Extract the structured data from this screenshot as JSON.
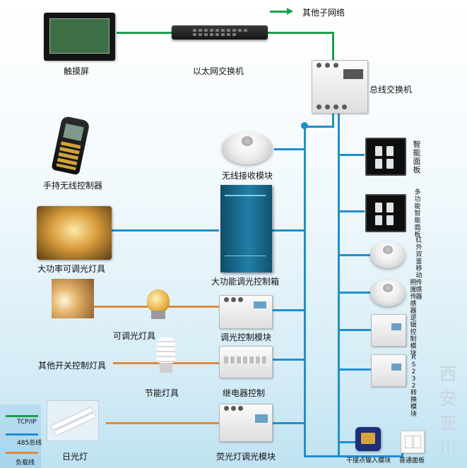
{
  "labels": {
    "touch_screen": "触摸屏",
    "ethernet_switch": "以太网交换机",
    "other_subnet": "其他子网络",
    "bus_switch": "总线交换机",
    "handheld_remote": "手持无线控制器",
    "wireless_module": "无线接收模块",
    "high_power_lamp": "大功率可调光灯具",
    "high_power_dimmer_box": "大功能调光控制箱",
    "dimmable_lamp": "可调光灯具",
    "dimmer_module": "调光控制模块",
    "other_switch_lamp": "其他开关控制灯具",
    "energy_saving_lamp": "节能灯具",
    "relay_control": "继电器控制",
    "fluorescent_lamp": "日光灯",
    "fluorescent_dimmer": "荧光灯调光模块",
    "smart_panel": "智能面板",
    "multi_panel": "多功能智能面板",
    "ir_sensor": "红外双鉴移动传感器",
    "lux_sensor": "照度传感器",
    "logic_module": "逻辑控制模块",
    "rs232_module": "RS232转换模块",
    "dry_contact": "干接点输入模块",
    "normal_panel": "普通面板"
  },
  "legend": {
    "tcpip": "TCP/IP",
    "bus485": "485总线",
    "load": "负载线"
  },
  "watermark": [
    "西",
    "安",
    "亚",
    "川"
  ],
  "colors": {
    "ethernet": "#1aa04a",
    "bus": "#1f8fd0",
    "load": "#e08a3a"
  }
}
